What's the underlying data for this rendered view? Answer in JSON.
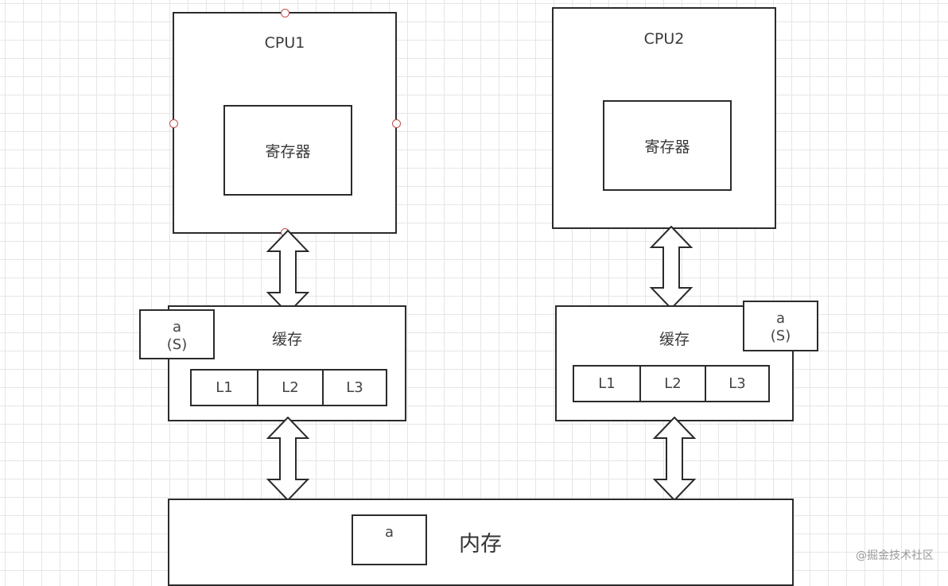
{
  "cpu1": {
    "title": "CPU1",
    "register": "寄存器"
  },
  "cpu2": {
    "title": "CPU2",
    "register": "寄存器"
  },
  "cache1": {
    "title": "缓存",
    "levels": [
      "L1",
      "L2",
      "L3"
    ],
    "tag": {
      "var": "a",
      "state": "(S)"
    }
  },
  "cache2": {
    "title": "缓存",
    "levels": [
      "L1",
      "L2",
      "L3"
    ],
    "tag": {
      "var": "a",
      "state": "(S)"
    }
  },
  "memory": {
    "title": "内存",
    "var": "a"
  },
  "watermark": "@掘金技术社区"
}
